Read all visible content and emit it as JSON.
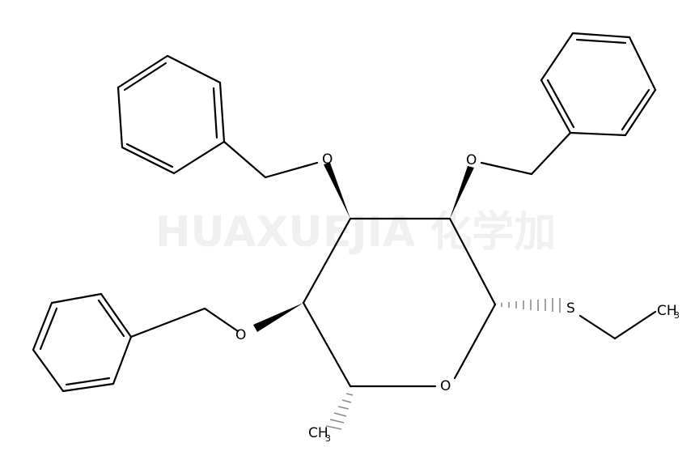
{
  "atoms": {
    "o_ring": "O",
    "o_top_left": "O",
    "o_top_right": "O",
    "o_left": "O",
    "s_thio": "S",
    "ch3_ethyl_main": "CH",
    "ch3_ethyl_sub": "3",
    "ch3_methyl_main": "CH",
    "ch3_methyl_sub": "3"
  },
  "watermark": {
    "text": "HUAXUEJIA 化学加",
    "registered": "®"
  },
  "colors": {
    "bond": "#000000",
    "hash": "#8a8a8a",
    "watermark": "#f0f0f0"
  }
}
